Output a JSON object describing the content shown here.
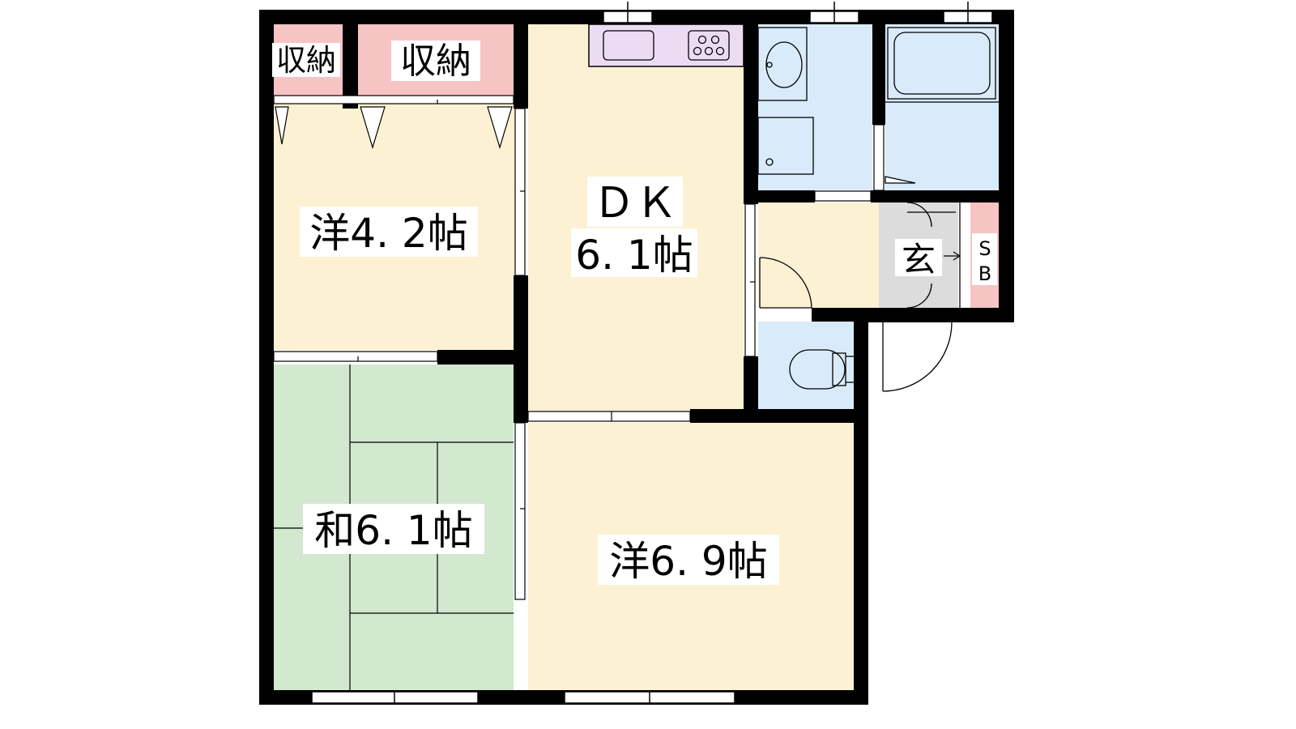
{
  "colors": {
    "wall": "#000000",
    "western_room": "#fdf1d3",
    "japanese_room": "#d2e8cf",
    "storage": "#f7c4c4",
    "wet_area": "#d9ebfb",
    "entrance": "#dcdcdc",
    "kitchen_counter": "#ecdcf3",
    "window": "#ffffff"
  },
  "rooms": {
    "storage_small": {
      "label": "収納"
    },
    "storage_large": {
      "label": "収納"
    },
    "western_1": {
      "label": "洋4. 2帖"
    },
    "dining_kitchen": {
      "label_line1": "ＤＫ",
      "label_line2": "6. 1帖"
    },
    "japanese": {
      "label": "和6. 1帖"
    },
    "western_2": {
      "label": "洋6. 9帖"
    },
    "entrance": {
      "label": "玄"
    },
    "shoe_box": {
      "label_line1": "S",
      "label_line2": "B"
    }
  }
}
